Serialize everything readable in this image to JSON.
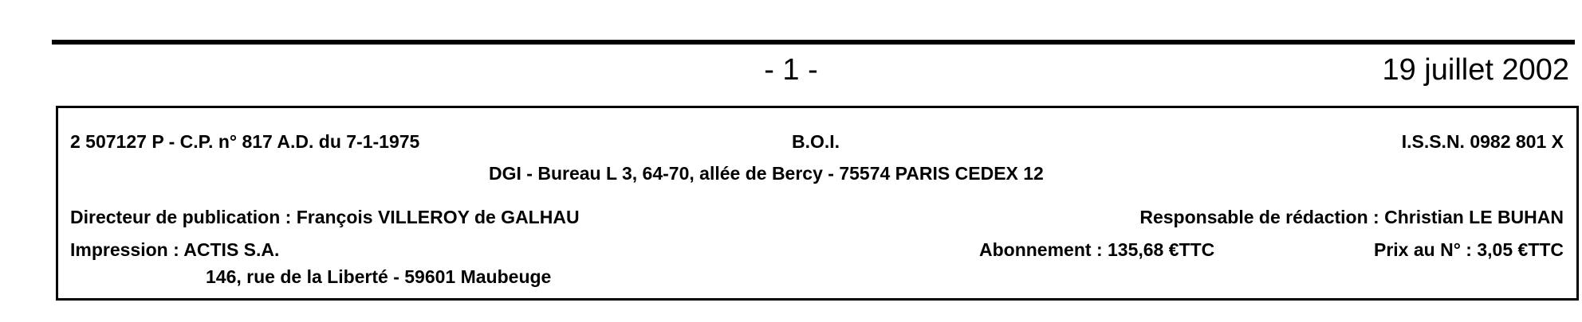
{
  "header": {
    "page_number": "- 1 -",
    "date": "19 juillet 2002"
  },
  "colophon": {
    "publication_ref": "2 507127 P - C.P. n° 817 A.D. du 7-1-1975",
    "bulletin": "B.O.I.",
    "issn": "I.S.S.N. 0982 801 X",
    "address": "DGI - Bureau L 3, 64-70, allée de Bercy - 75574 PARIS CEDEX 12",
    "director": "Directeur de publication : François VILLEROY de GALHAU",
    "editor": "Responsable de rédaction : Christian LE BUHAN",
    "printer": "Impression : ACTIS S.A.",
    "subscription": "Abonnement : 135,68 €TTC",
    "unit_price": "Prix au N° : 3,05 €TTC",
    "printer_address": "146, rue de la Liberté - 59601 Maubeuge"
  }
}
